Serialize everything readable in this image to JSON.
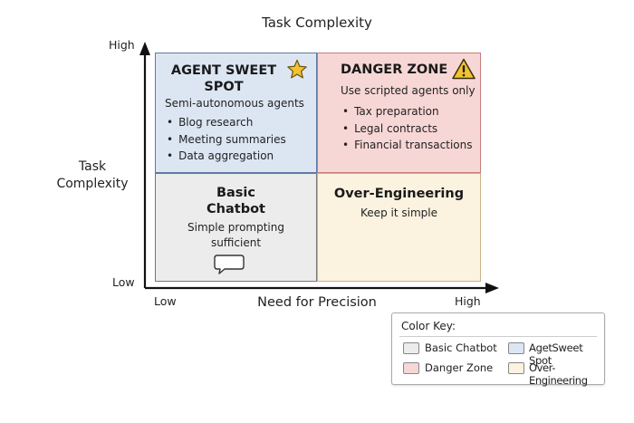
{
  "diagram": {
    "top_title": "Task Complexity",
    "y_axis": {
      "label": "Task\nComplexity",
      "high": "High",
      "low": "Low"
    },
    "x_axis": {
      "label": "Need for Precision",
      "low": "Low",
      "high": "High"
    },
    "quadrants": {
      "sweet_spot": {
        "title_line1": "AGENT SWEET",
        "title_line2": "SPOT",
        "subtitle": "Semi-autonomous agents",
        "items": [
          "Blog research",
          "Meeting summaries",
          "Data aggregation"
        ],
        "icon": "star-icon",
        "color": "#dce6f3"
      },
      "danger_zone": {
        "title": "DANGER ZONE",
        "subtitle": "Use scripted agents only",
        "items": [
          "Tax preparation",
          "Legal contracts",
          "Financial transactions"
        ],
        "icon": "warning-icon",
        "color": "#f7d7d5"
      },
      "basic_chatbot": {
        "title_line1": "Basic",
        "title_line2": "Chatbot",
        "subtitle_line1": "Simple prompting",
        "subtitle_line2": "sufficient",
        "icon": "chat-bubble-icon",
        "color": "#ececec"
      },
      "over_engineering": {
        "title": "Over-Engineering",
        "subtitle": "Keep it simple",
        "color": "#fbf2df"
      }
    },
    "color_key": {
      "title": "Color Key:",
      "entries": [
        {
          "label": "Basic Chatbot",
          "color": "#ececec"
        },
        {
          "label": "AgetSweet Spot",
          "color": "#dce6f3"
        },
        {
          "label": "Danger Zone",
          "color": "#f7d7d5"
        },
        {
          "label": "Over-Engineering",
          "color": "#fbf2df"
        }
      ]
    }
  }
}
